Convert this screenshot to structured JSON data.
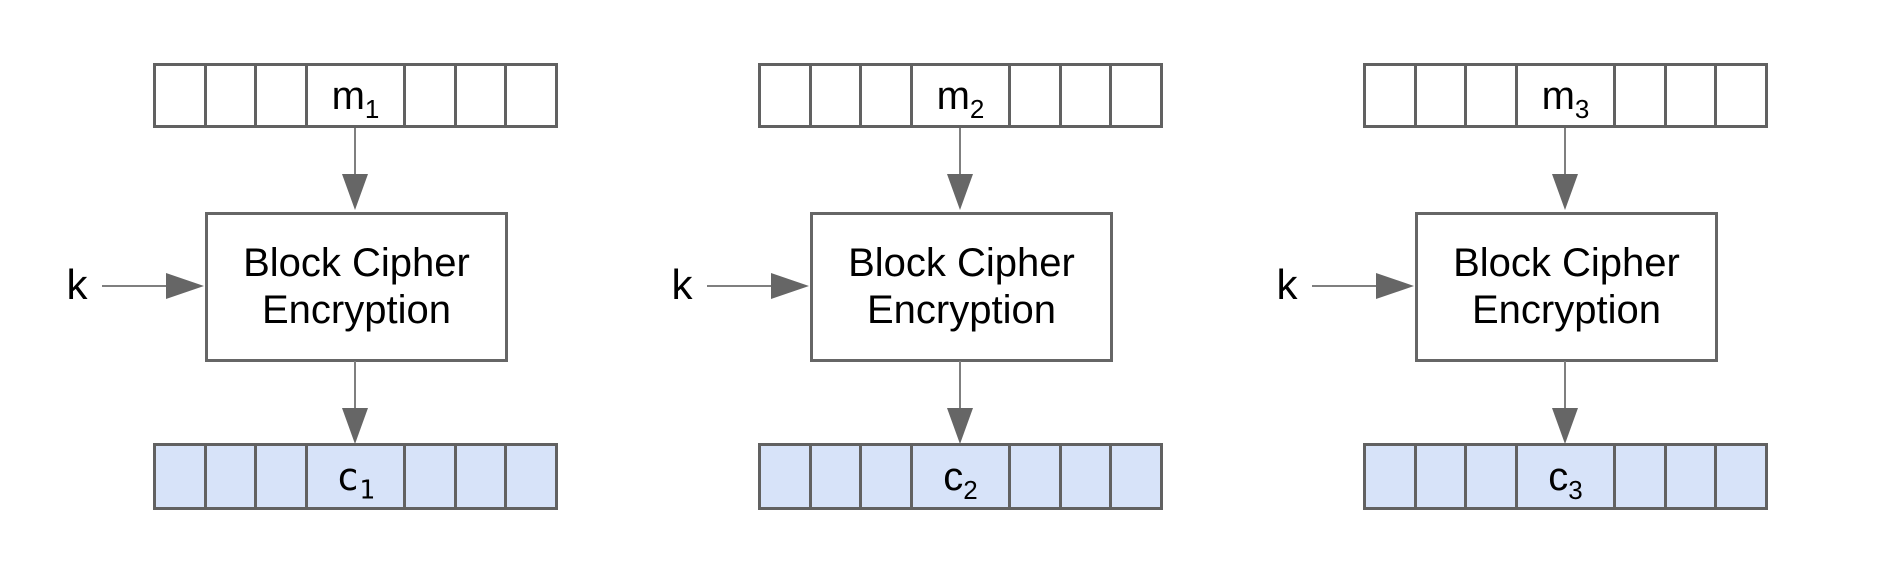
{
  "diagram": {
    "background": "#ffffff",
    "stroke_color": "#616161",
    "arrow_color": "#666666",
    "line_color": "#7f7f7f",
    "text_color": "#000000",
    "plaintext_fill": "#ffffff",
    "ciphertext_fill": "#d7e3f9",
    "cells_per_block": 7
  },
  "labels": {
    "key": "k",
    "cipher_line1": "Block Cipher",
    "cipher_line2": "Encryption"
  },
  "columns": [
    {
      "message_base": "m",
      "message_sub": "1",
      "cipher_base": "c",
      "cipher_sub": "1"
    },
    {
      "message_base": "m",
      "message_sub": "2",
      "cipher_base": "c",
      "cipher_sub": "2"
    },
    {
      "message_base": "m",
      "message_sub": "3",
      "cipher_base": "c",
      "cipher_sub": "3"
    }
  ]
}
